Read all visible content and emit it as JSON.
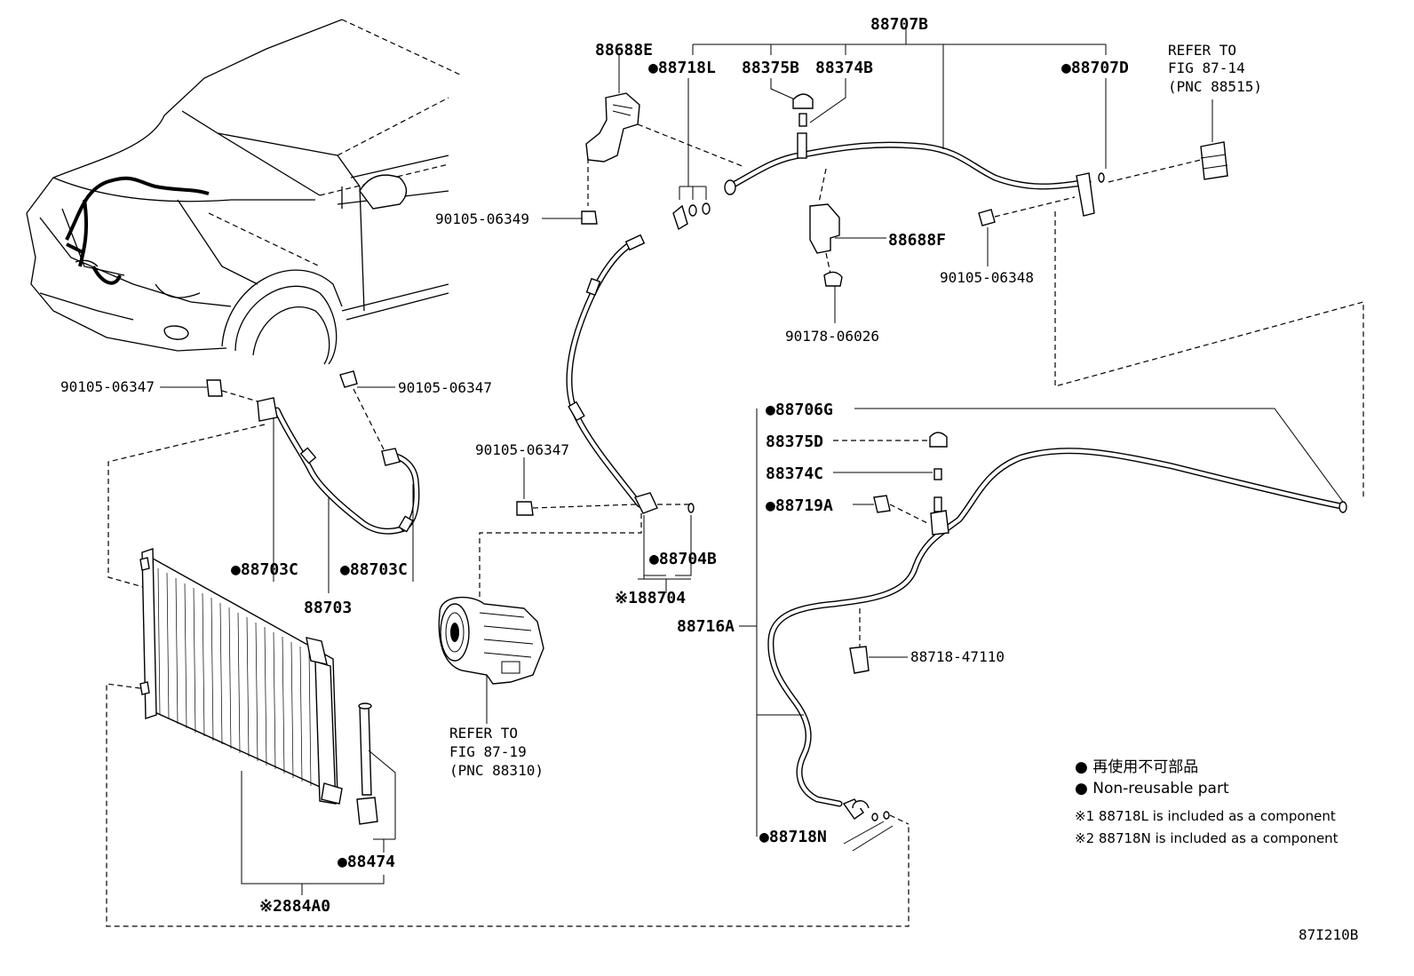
{
  "labels": {
    "p88707B": "88707B",
    "p88688E": "88688E",
    "p88718L": "●88718L",
    "p88375B": "88375B",
    "p88374B": "88374B",
    "p88707D": "●88707D",
    "refer1_l1": "REFER TO",
    "refer1_l2": "FIG 87-14",
    "refer1_l3": "(PNC 88515)",
    "p90105_06349": "90105-06349",
    "p88688F": "88688F",
    "p90105_06348": "90105-06348",
    "p90178_06026": "90178-06026",
    "p90105_06347_a": "90105-06347",
    "p90105_06347_b": "90105-06347",
    "p90105_06347_c": "90105-06347",
    "p88706G": "●88706G",
    "p88375D": "88375D",
    "p88374C": "88374C",
    "p88719A": "●88719A",
    "p88703C_a": "●88703C",
    "p88703C_b": "●88703C",
    "p88703": "88703",
    "p88704B": "●88704B",
    "p88704": "※188704",
    "p88716A": "88716A",
    "p88718_47110": "88718-47110",
    "refer2_l1": "REFER TO",
    "refer2_l2": "FIG 87-19",
    "refer2_l3": "(PNC 88310)",
    "p88474": "●88474",
    "p884A0": "※2884A0",
    "p88718N": "●88718N",
    "figure_code": "87I210B"
  },
  "legend": {
    "line1": "● 再使用不可部品",
    "line2": "● Non-reusable part",
    "note1": "※1 88718L  is included as a component",
    "note2": "※2 88718N  is included as a component"
  }
}
